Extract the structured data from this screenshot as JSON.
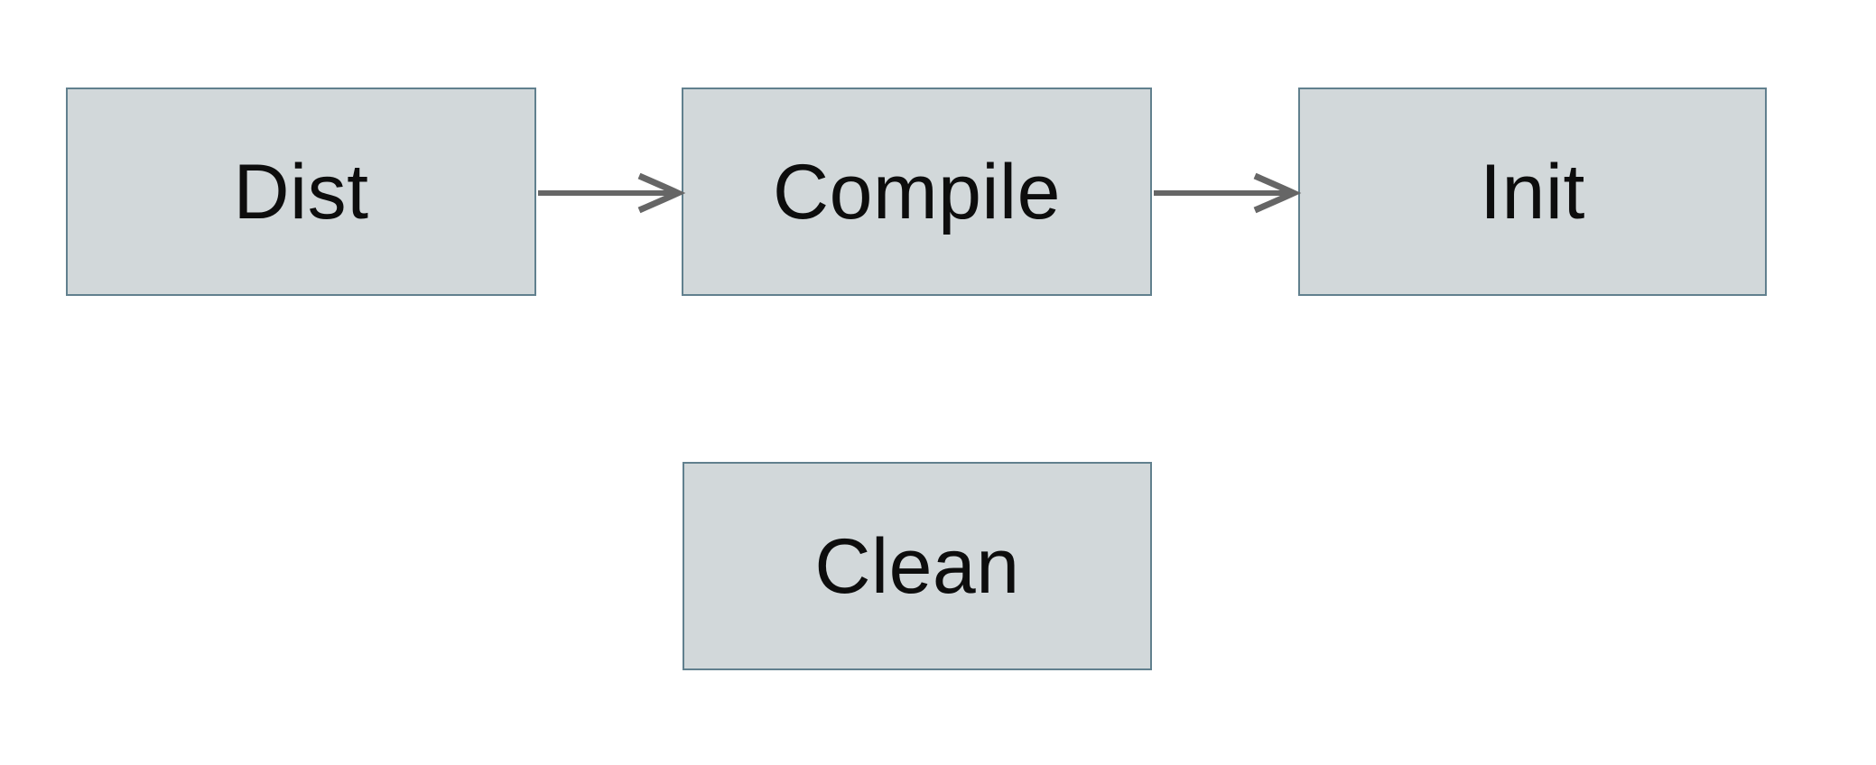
{
  "diagram": {
    "title": "build-tasks-flowchart",
    "nodes": [
      {
        "id": "dist",
        "label": "Dist"
      },
      {
        "id": "compile",
        "label": "Compile"
      },
      {
        "id": "init",
        "label": "Init"
      },
      {
        "id": "clean",
        "label": "Clean"
      }
    ],
    "edges": [
      {
        "from": "dist",
        "to": "compile",
        "direction": "right"
      },
      {
        "from": "compile",
        "to": "init",
        "direction": "right"
      }
    ]
  },
  "colors": {
    "background": "#ffffff",
    "node-fill": "#d2d8da",
    "node-border": "#61808e",
    "arrow": "#666666",
    "text": "#0d0d0d"
  }
}
